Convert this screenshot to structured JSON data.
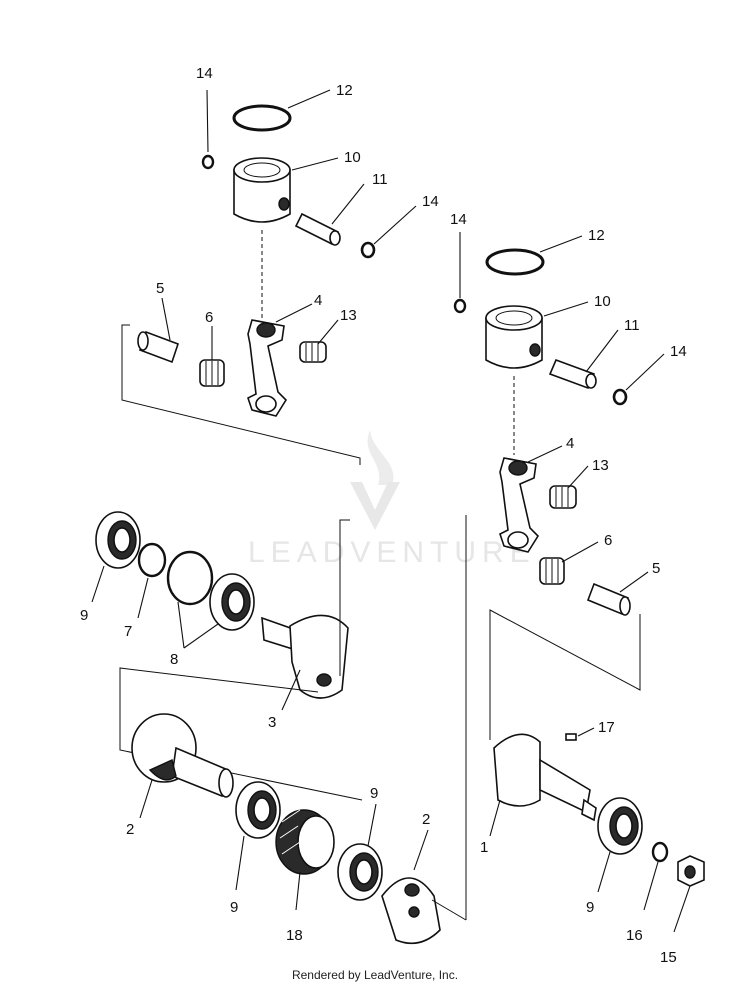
{
  "watermark": "LEADVENTURE",
  "footer": "Rendered by LeadVenture, Inc.",
  "callouts": {
    "c14a": "14",
    "c12a": "12",
    "c10a": "10",
    "c11a": "11",
    "c14b": "14",
    "c5a": "5",
    "c6a": "6",
    "c4a": "4",
    "c13a": "13",
    "c14c": "14",
    "c12b": "12",
    "c10b": "10",
    "c11b": "11",
    "c14d": "14",
    "c4b": "4",
    "c13b": "13",
    "c6b": "6",
    "c5b": "5",
    "c9a": "9",
    "c7": "7",
    "c8": "8",
    "c3": "3",
    "c2a": "2",
    "c9b": "9",
    "c9c": "9",
    "c18": "18",
    "c2b": "2",
    "c17": "17",
    "c1": "1",
    "c9d": "9",
    "c16": "16",
    "c15": "15"
  }
}
